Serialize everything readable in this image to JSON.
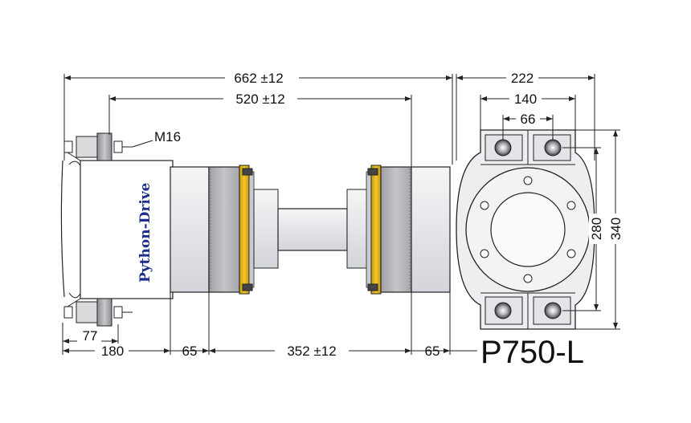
{
  "product": {
    "model": "P750-L",
    "brand_logo": "Python-Drive"
  },
  "dimensions": {
    "overall_length": "662 ±12",
    "flange_span": "520 ±12",
    "bolt_label": "M16",
    "foot_offset": "77",
    "bracket_length": "180",
    "hub_left": "65",
    "shaft_length": "352 ±12",
    "hub_right": "65",
    "end_width": "222",
    "bolt_span_outer": "140",
    "bolt_span_inner": "66",
    "bolt_height_inner": "280",
    "bolt_height_outer": "340"
  },
  "colors": {
    "yellow_ring": "#e8bb1a",
    "body_gray": "#e4e6e9",
    "disc_gray": "#b6b8bb",
    "shaft_gray": "#eceef0",
    "logo_blue": "#1d2f8c"
  },
  "icons": {
    "bolt": "hex-bolt-icon",
    "logo": "python-drive-logo"
  }
}
